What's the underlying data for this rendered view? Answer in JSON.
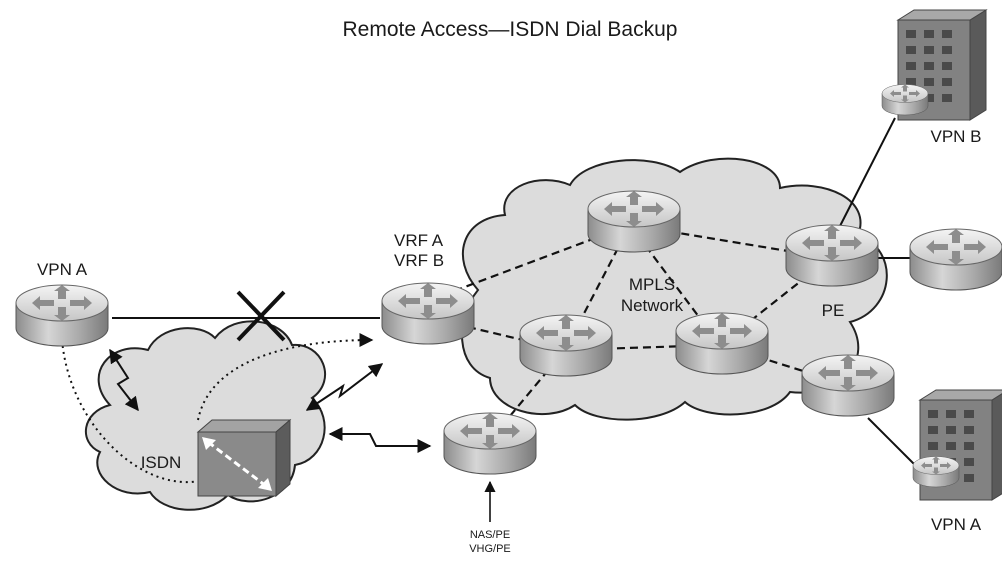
{
  "title": "Remote Access—ISDN Dial Backup",
  "labels": {
    "vpn_a_left": "VPN A",
    "vrf_a": "VRF A",
    "vrf_b": "VRF B",
    "mpls_line1": "MPLS",
    "mpls_line2": "Network",
    "pe": "PE",
    "vpn_b": "VPN B",
    "vpn_a_right": "VPN A",
    "isdn": "ISDN",
    "nas_pe": "NAS/PE",
    "vhg_pe": "VHG/PE"
  },
  "icons": [
    "router-icon",
    "isdn-switch-icon",
    "building-icon",
    "link-failure-icon",
    "lightning-link-icon"
  ],
  "colors": {
    "cloud_fill": "#dcdcdc",
    "cloud_stroke": "#222222",
    "router_fill": "#b8b8b8",
    "switch_fill": "#8a8a8a",
    "building_fill": "#7e7e7e"
  }
}
